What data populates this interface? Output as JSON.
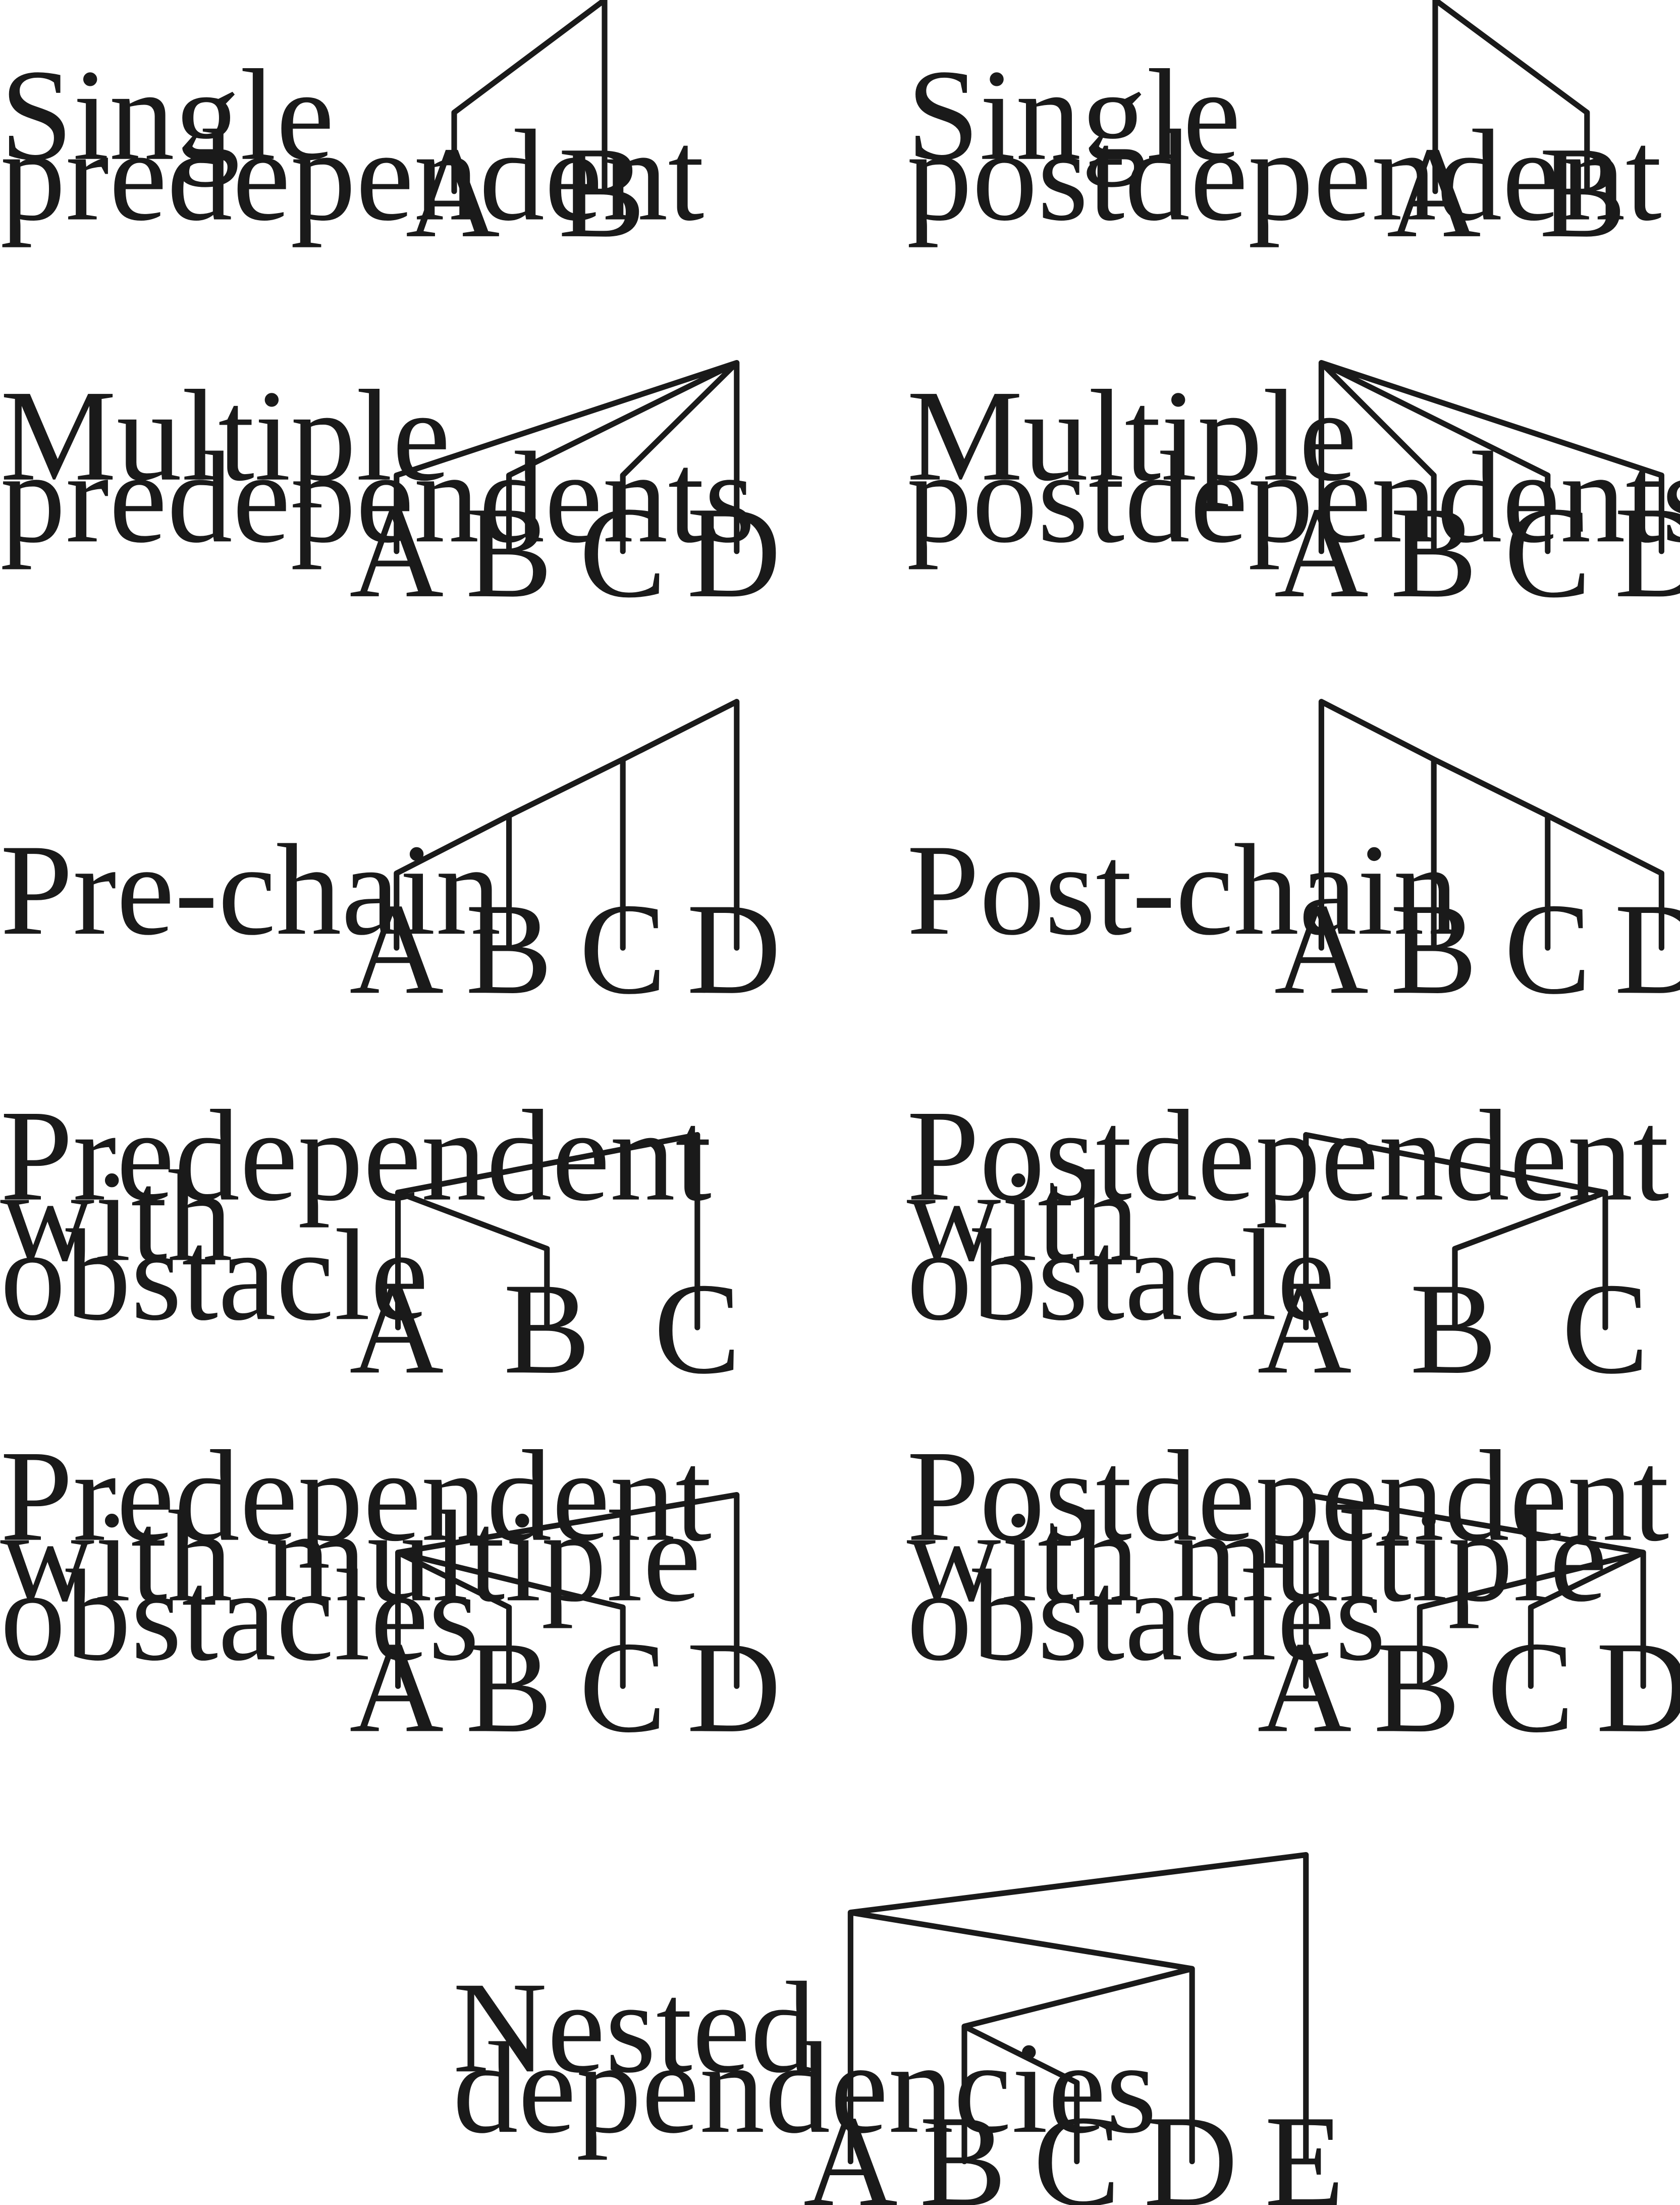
{
  "diagrams": [
    {
      "label_lines": [
        "Single",
        "predependent"
      ],
      "nodes": [
        "A",
        "B"
      ]
    },
    {
      "label_lines": [
        "Single",
        "postdependent"
      ],
      "nodes": [
        "A",
        "B"
      ]
    },
    {
      "label_lines": [
        "Multiple",
        "predependents"
      ],
      "nodes": [
        "A",
        "B",
        "C",
        "D"
      ]
    },
    {
      "label_lines": [
        "Multiple",
        "postdependents"
      ],
      "nodes": [
        "A",
        "B",
        "C",
        "D"
      ]
    },
    {
      "label_lines": [
        "Pre-chain"
      ],
      "nodes": [
        "A",
        "B",
        "C",
        "D"
      ]
    },
    {
      "label_lines": [
        "Post-chain"
      ],
      "nodes": [
        "A",
        "B",
        "C",
        "D"
      ]
    },
    {
      "label_lines": [
        "Predependent",
        "with",
        "obstacle"
      ],
      "nodes": [
        "A",
        "B",
        "C"
      ]
    },
    {
      "label_lines": [
        "Postdependent",
        "with",
        "obstacle"
      ],
      "nodes": [
        "A",
        "B",
        "C"
      ]
    },
    {
      "label_lines": [
        "Predependent",
        "with multiple",
        "obstacles"
      ],
      "nodes": [
        "A",
        "B",
        "C",
        "D"
      ]
    },
    {
      "label_lines": [
        "Postdependent",
        "with multiple",
        "obstacles"
      ],
      "nodes": [
        "A",
        "B",
        "C",
        "D"
      ]
    },
    {
      "label_lines": [
        "Nested",
        "dependencies"
      ],
      "nodes": [
        "A",
        "B",
        "C",
        "D",
        "E"
      ]
    }
  ]
}
